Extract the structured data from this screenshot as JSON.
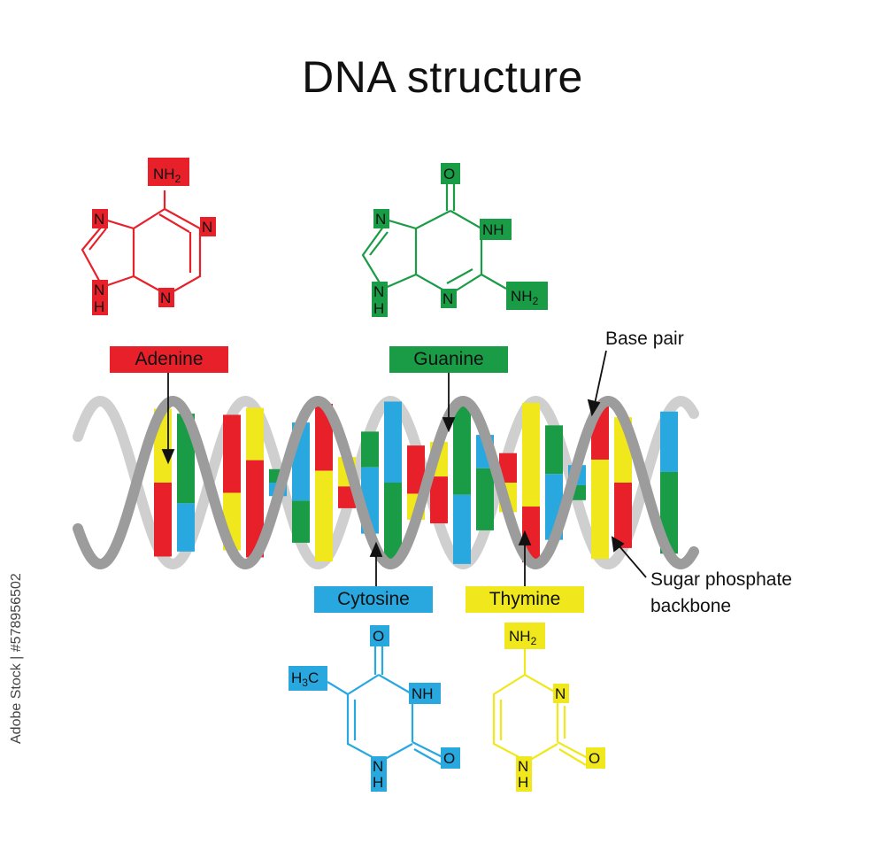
{
  "title": "DNA structure",
  "labels": {
    "adenine": "Adenine",
    "guanine": "Guanine",
    "cytosine": "Cytosine",
    "thymine": "Thymine",
    "base_pair": "Base pair",
    "backbone_line1": "Sugar phosphate",
    "backbone_line2": "backbone"
  },
  "molecule_text": {
    "nh2": "NH",
    "sub2": "2",
    "n": "N",
    "h": "H",
    "nh": "NH",
    "o": "O",
    "h3c_h": "H",
    "sub3": "3",
    "h3c_c": "C"
  },
  "stock_id": "Adobe Stock | #578956502",
  "colors": {
    "adenine": "#e8202a",
    "guanine": "#1a9b46",
    "cytosine": "#29a8e0",
    "thymine": "#f0e81c",
    "backbone_dark": "#9c9c9c",
    "backbone_light": "#cfcfcf"
  }
}
